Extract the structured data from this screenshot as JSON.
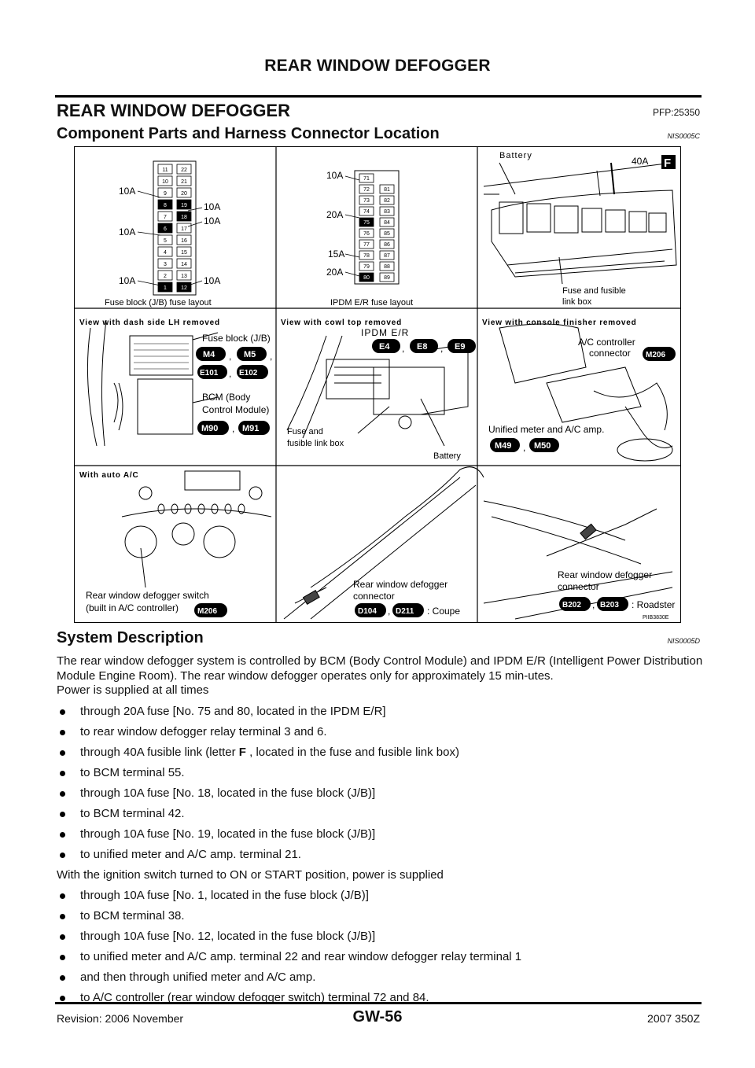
{
  "header": {
    "title": "REAR WINDOW DEFOGGER"
  },
  "section": {
    "title": "REAR WINDOW DEFOGGER",
    "code": "PFP:25350"
  },
  "subsection1": {
    "title": "Component Parts and Harness Connector Location",
    "code": "NIS0005C"
  },
  "figure": {
    "code": "PIIB3830E",
    "panel1": {
      "caption": "Fuse block (J/B) fuse layout",
      "left_labels": [
        "10A",
        "10A",
        "10A"
      ],
      "right_labels": [
        "10A",
        "10A",
        "10A"
      ],
      "left_column": [
        "11",
        "10",
        "9",
        "8",
        "7",
        "6",
        "5",
        "4",
        "3",
        "2",
        "1"
      ],
      "right_column": [
        "22",
        "21",
        "20",
        "19",
        "18",
        "17",
        "16",
        "15",
        "14",
        "13",
        "12"
      ]
    },
    "panel2": {
      "caption": "IPDM E/R fuse layout",
      "labels": [
        "10A",
        "20A",
        "15A",
        "20A"
      ],
      "left_column": [
        "71",
        "72",
        "73",
        "74",
        "75",
        "76",
        "77",
        "78",
        "79",
        "80"
      ],
      "right_column": [
        "81",
        "82",
        "83",
        "84",
        "85",
        "86",
        "87",
        "88",
        "89"
      ]
    },
    "panel3": {
      "battery": "Battery",
      "fuse40": "40A",
      "letter": "F",
      "fuse_box_1": "Fuse and fusible",
      "fuse_box_2": "link box"
    },
    "panel4": {
      "title": "View with dash side LH removed",
      "fuse_block": "Fuse block (J/B)",
      "connectors_a": [
        "M4",
        "M5"
      ],
      "connectors_b": [
        "E101",
        "E102"
      ],
      "bcm_1": "BCM (Body",
      "bcm_2": "Control Module)",
      "connectors_c": [
        "M90",
        "M91"
      ]
    },
    "panel5": {
      "title": "View with cowl top removed",
      "ipdm": "IPDM E/R",
      "connectors": [
        "E4",
        "E8",
        "E9"
      ],
      "fuse_box_1": "Fuse and",
      "fuse_box_2": "fusible link box",
      "battery": "Battery"
    },
    "panel6": {
      "title": "View with console finisher removed",
      "ac_1": "A/C controller",
      "ac_2": "connector",
      "ac_conn": "M206",
      "meter": "Unified meter and A/C amp.",
      "connectors": [
        "M49",
        "M50"
      ]
    },
    "panel7": {
      "title": "With auto A/C",
      "switch_1": "Rear window defogger switch",
      "switch_2": "(built in A/C controller)",
      "conn": "M206"
    },
    "panel8": {
      "label_1": "Rear window defogger",
      "label_2": "connector",
      "connectors": [
        "D104",
        "D211"
      ],
      "suffix": ": Coupe"
    },
    "panel9": {
      "label_1": "Rear window defogger",
      "label_2": "connector",
      "connectors": [
        "B202",
        "B203"
      ],
      "suffix": ": Roadster"
    }
  },
  "subsection2": {
    "title": "System Description",
    "code": "NIS0005D"
  },
  "body": {
    "intro": "The rear window defogger system is controlled by BCM (Body Control Module) and IPDM E/R (Intelligent Power Distribution Module Engine Room). The rear window defogger operates only for approximately 15 min-utes.",
    "power_line": "Power is supplied at all times",
    "bullets1": [
      "through 20A fuse [No. 75 and 80, located in the IPDM E/R]",
      "to rear window defogger relay terminal 3 and 6."
    ],
    "bullet_f_pre": "through 40A fusible link (letter ",
    "bullet_f_letter": "F",
    "bullet_f_post": " , located in the fuse and fusible link box)",
    "bullets2": [
      "to BCM terminal 55.",
      "through 10A fuse [No. 18, located in the fuse block (J/B)]",
      "to BCM terminal 42.",
      "through 10A fuse [No. 19, located in the fuse block (J/B)]",
      "to unified meter and A/C amp. terminal 21."
    ],
    "ign_line": "With the ignition switch turned to ON or START position, power is supplied",
    "bullets3": [
      "through 10A fuse [No. 1, located in the fuse block (J/B)]",
      "to BCM terminal 38.",
      "through 10A fuse [No. 12, located in the fuse block (J/B)]",
      "to unified meter and A/C amp. terminal 22 and rear window defogger relay terminal 1",
      "and then through unified meter and A/C amp.",
      "to A/C controller (rear window defogger switch) terminal 72 and 84."
    ]
  },
  "footer": {
    "revision": "Revision: 2006 November",
    "page": "GW-56",
    "model": "2007 350Z"
  }
}
